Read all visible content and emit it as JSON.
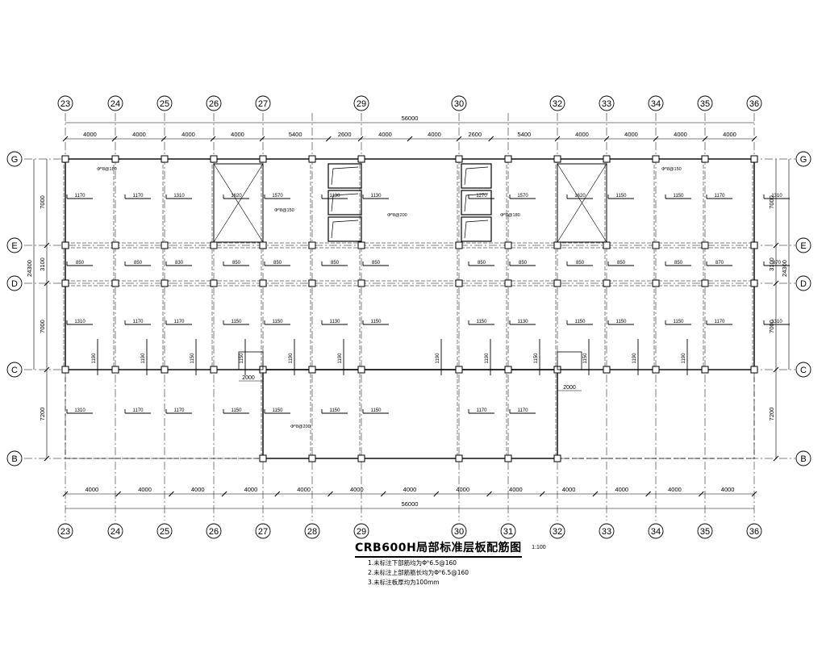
{
  "drawing": {
    "title": "CRB600H局部标准层板配筋图",
    "scale": "1:100",
    "notes": [
      "1.未标注下部筋均为Φᴿ6.5@160",
      "2.未标注上部筋筋长均为Φᴿ6.5@160",
      "3.未标注板厚均为100mm"
    ],
    "colors": {
      "line": "#000000",
      "background": "#ffffff"
    }
  },
  "axes": {
    "columns": [
      "23",
      "24",
      "25",
      "26",
      "27",
      "28",
      "29",
      "30",
      "31",
      "32",
      "33",
      "34",
      "35",
      "36"
    ],
    "rows": [
      "G",
      "E",
      "D",
      "C",
      "B"
    ],
    "top_column_labels": [
      "23",
      "24",
      "25",
      "26",
      "27",
      "29",
      "30",
      "32",
      "33",
      "34",
      "35",
      "36"
    ]
  },
  "dimensions": {
    "top_total": "56000",
    "top_spans": [
      "4000",
      "4000",
      "4000",
      "4000",
      "5400",
      "2600",
      "4000",
      "4000",
      "2600",
      "5400",
      "4000",
      "4000",
      "4000",
      "4000"
    ],
    "bottom_total": "56000",
    "bottom_spans": [
      "4000",
      "4000",
      "4000",
      "4000",
      "4000",
      "4000",
      "4000",
      "4000",
      "4000",
      "4000",
      "4000",
      "4000",
      "4000"
    ],
    "left_total": "24300",
    "left_spans": [
      "7000",
      "3100",
      "7000",
      "7200"
    ],
    "right_total": "24300",
    "right_spans": [
      "7000",
      "3100",
      "7000",
      "7200"
    ],
    "opening_dims": [
      "2000",
      "2000"
    ]
  },
  "rebar_labels": {
    "upper_band": [
      "1170",
      "1170",
      "1310",
      "1620",
      "1570",
      "1130",
      "1130",
      "1270",
      "1570",
      "1620",
      "1150",
      "1150",
      "1170",
      "1310"
    ],
    "middle_band": [
      "850",
      "850",
      "830",
      "850",
      "850",
      "850",
      "850",
      "850",
      "850",
      "850",
      "850",
      "850",
      "870",
      "870"
    ],
    "lower_band": [
      "1310",
      "1170",
      "1170",
      "1150",
      "1150",
      "1130",
      "1150",
      "1150",
      "1130",
      "1150",
      "1150",
      "1150",
      "1170",
      "1310"
    ],
    "bottom_band": [
      "1310",
      "1170",
      "1170",
      "1150",
      "1150",
      "1150",
      "1150",
      "1170",
      "1170"
    ],
    "vertical_band": [
      "1190",
      "1190",
      "1150",
      "1150",
      "1190",
      "1190",
      "1190",
      "1190",
      "1150",
      "1150",
      "1190",
      "1190"
    ],
    "slab_tags": [
      "Φᴿ8@180",
      "Φᴿ8@150",
      "Φᴿ8@200",
      "Φᴿ8@180",
      "Φᴿ8@150",
      "Φᴿ8@200"
    ]
  }
}
